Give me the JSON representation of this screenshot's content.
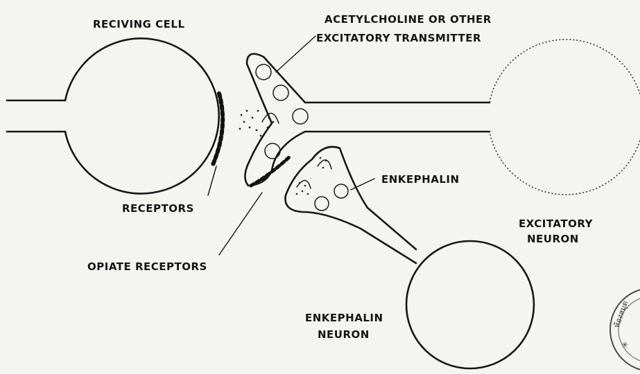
{
  "labels": {
    "receiving_cell": "RECIVING CELL",
    "transmitter_line1": "ACETYLCHOLINE OR OTHER",
    "transmitter_line2": "EXCITATORY TRANSMITTER",
    "receptors": "RECEPTORS",
    "opiate_receptors": "OPIATE RECEPTORS",
    "enkephalin": "ENKEPHALIN",
    "excitatory_neuron_line1": "EXCITATORY",
    "excitatory_neuron_line2": "NEURON",
    "enkephalin_neuron_line1": "ENKEPHALIN",
    "enkephalin_neuron_line2": "NEURON"
  },
  "stamp": {
    "text": "ห้องสมุด"
  }
}
